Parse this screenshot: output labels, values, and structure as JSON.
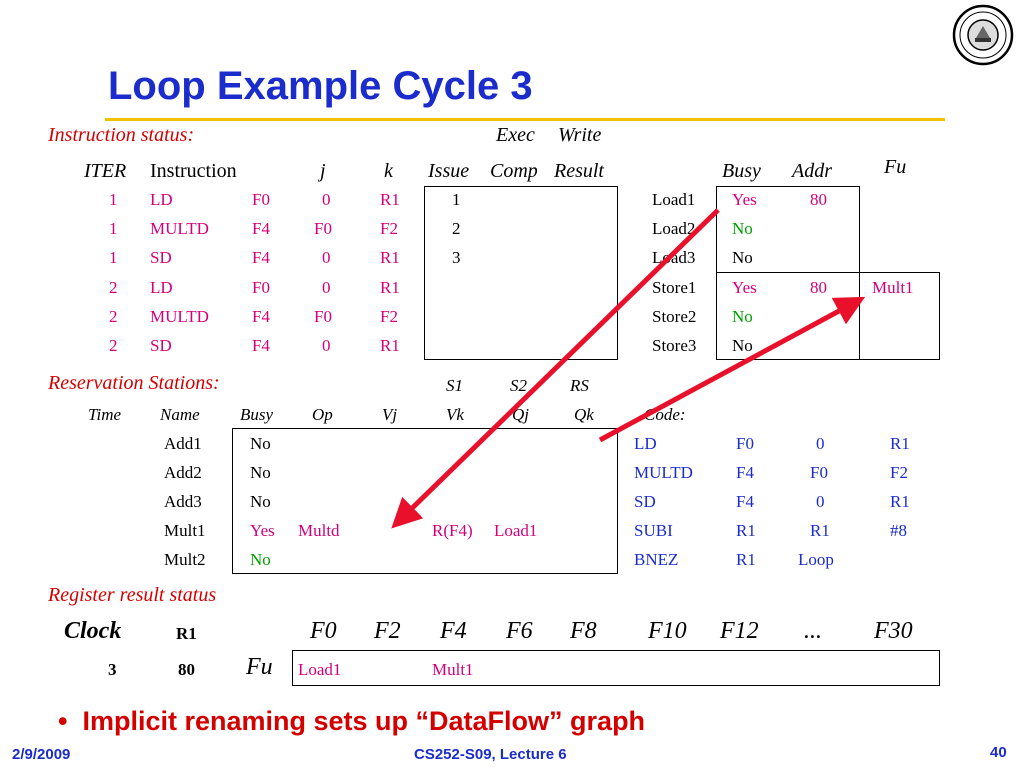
{
  "title": "Loop Example Cycle 3",
  "instruction_status": {
    "section_label": "Instruction status:",
    "group_headers": {
      "exec": "Exec",
      "write": "Write"
    },
    "headers": {
      "iter": "ITER",
      "instruction": "Instruction",
      "j": "j",
      "k": "k",
      "issue": "Issue",
      "comp": "Comp",
      "result": "Result"
    },
    "rows": [
      {
        "iter": "1",
        "op": "LD",
        "dst": "F0",
        "j": "0",
        "k": "R1",
        "issue": "1",
        "comp": "",
        "result": ""
      },
      {
        "iter": "1",
        "op": "MULTD",
        "dst": "F4",
        "j": "F0",
        "k": "F2",
        "issue": "2",
        "comp": "",
        "result": ""
      },
      {
        "iter": "1",
        "op": "SD",
        "dst": "F4",
        "j": "0",
        "k": "R1",
        "issue": "3",
        "comp": "",
        "result": ""
      },
      {
        "iter": "2",
        "op": "LD",
        "dst": "F0",
        "j": "0",
        "k": "R1",
        "issue": "",
        "comp": "",
        "result": ""
      },
      {
        "iter": "2",
        "op": "MULTD",
        "dst": "F4",
        "j": "F0",
        "k": "F2",
        "issue": "",
        "comp": "",
        "result": ""
      },
      {
        "iter": "2",
        "op": "SD",
        "dst": "F4",
        "j": "0",
        "k": "R1",
        "issue": "",
        "comp": "",
        "result": ""
      }
    ]
  },
  "load_store_buffers": {
    "headers": {
      "busy": "Busy",
      "addr": "Addr",
      "fu": "Fu"
    },
    "rows": [
      {
        "name": "Load1",
        "busy": "Yes",
        "addr": "80",
        "fu": ""
      },
      {
        "name": "Load2",
        "busy": "No",
        "addr": "",
        "fu": ""
      },
      {
        "name": "Load3",
        "busy": "No",
        "addr": "",
        "fu": ""
      },
      {
        "name": "Store1",
        "busy": "Yes",
        "addr": "80",
        "fu": "Mult1"
      },
      {
        "name": "Store2",
        "busy": "No",
        "addr": "",
        "fu": ""
      },
      {
        "name": "Store3",
        "busy": "No",
        "addr": "",
        "fu": ""
      }
    ]
  },
  "reservation_stations": {
    "section_label": "Reservation Stations:",
    "group_headers": {
      "s1": "S1",
      "s2": "S2",
      "rs": "RS"
    },
    "headers": {
      "time": "Time",
      "name": "Name",
      "busy": "Busy",
      "op": "Op",
      "vj": "Vj",
      "vk": "Vk",
      "qj": "Qj",
      "qk": "Qk",
      "code": "Code:"
    },
    "rows": [
      {
        "name": "Add1",
        "busy": "No",
        "op": "",
        "vj": "",
        "vk": "",
        "qj": "",
        "qk": ""
      },
      {
        "name": "Add2",
        "busy": "No",
        "op": "",
        "vj": "",
        "vk": "",
        "qj": "",
        "qk": ""
      },
      {
        "name": "Add3",
        "busy": "No",
        "op": "",
        "vj": "",
        "vk": "",
        "qj": "",
        "qk": ""
      },
      {
        "name": "Mult1",
        "busy": "Yes",
        "op": "Multd",
        "vj": "",
        "vk": "R(F4)",
        "qj": "Load1",
        "qk": ""
      },
      {
        "name": "Mult2",
        "busy": "No",
        "op": "",
        "vj": "",
        "vk": "",
        "qj": "",
        "qk": ""
      }
    ],
    "code": [
      [
        "LD",
        "F0",
        "0",
        "R1"
      ],
      [
        "MULTD",
        "F4",
        "F0",
        "F2"
      ],
      [
        "SD",
        "F4",
        "0",
        "R1"
      ],
      [
        "SUBI",
        "R1",
        "R1",
        "#8"
      ],
      [
        "BNEZ",
        "R1",
        "Loop",
        ""
      ]
    ]
  },
  "register_result": {
    "section_label": "Register result status",
    "clock_label": "Clock",
    "clock_value": "3",
    "r1_label": "R1",
    "r1_value": "80",
    "fu_label": "Fu",
    "registers": [
      "F0",
      "F2",
      "F4",
      "F6",
      "F8",
      "F10",
      "F12",
      "...",
      "F30"
    ],
    "fu_values": [
      "Load1",
      "",
      "Mult1",
      "",
      "",
      "",
      "",
      "",
      ""
    ]
  },
  "bullet": "Implicit renaming sets up “DataFlow” graph",
  "footer": {
    "date": "2/9/2009",
    "course": "CS252-S09, Lecture 6",
    "page": "40"
  },
  "colors": {
    "title": "#1a2ccc",
    "section": "#d40000",
    "magenta": "#d4007a",
    "green": "#00a000",
    "blue": "#1a2ccc",
    "rule": "#f2c200",
    "arrow": "#e8102a"
  }
}
